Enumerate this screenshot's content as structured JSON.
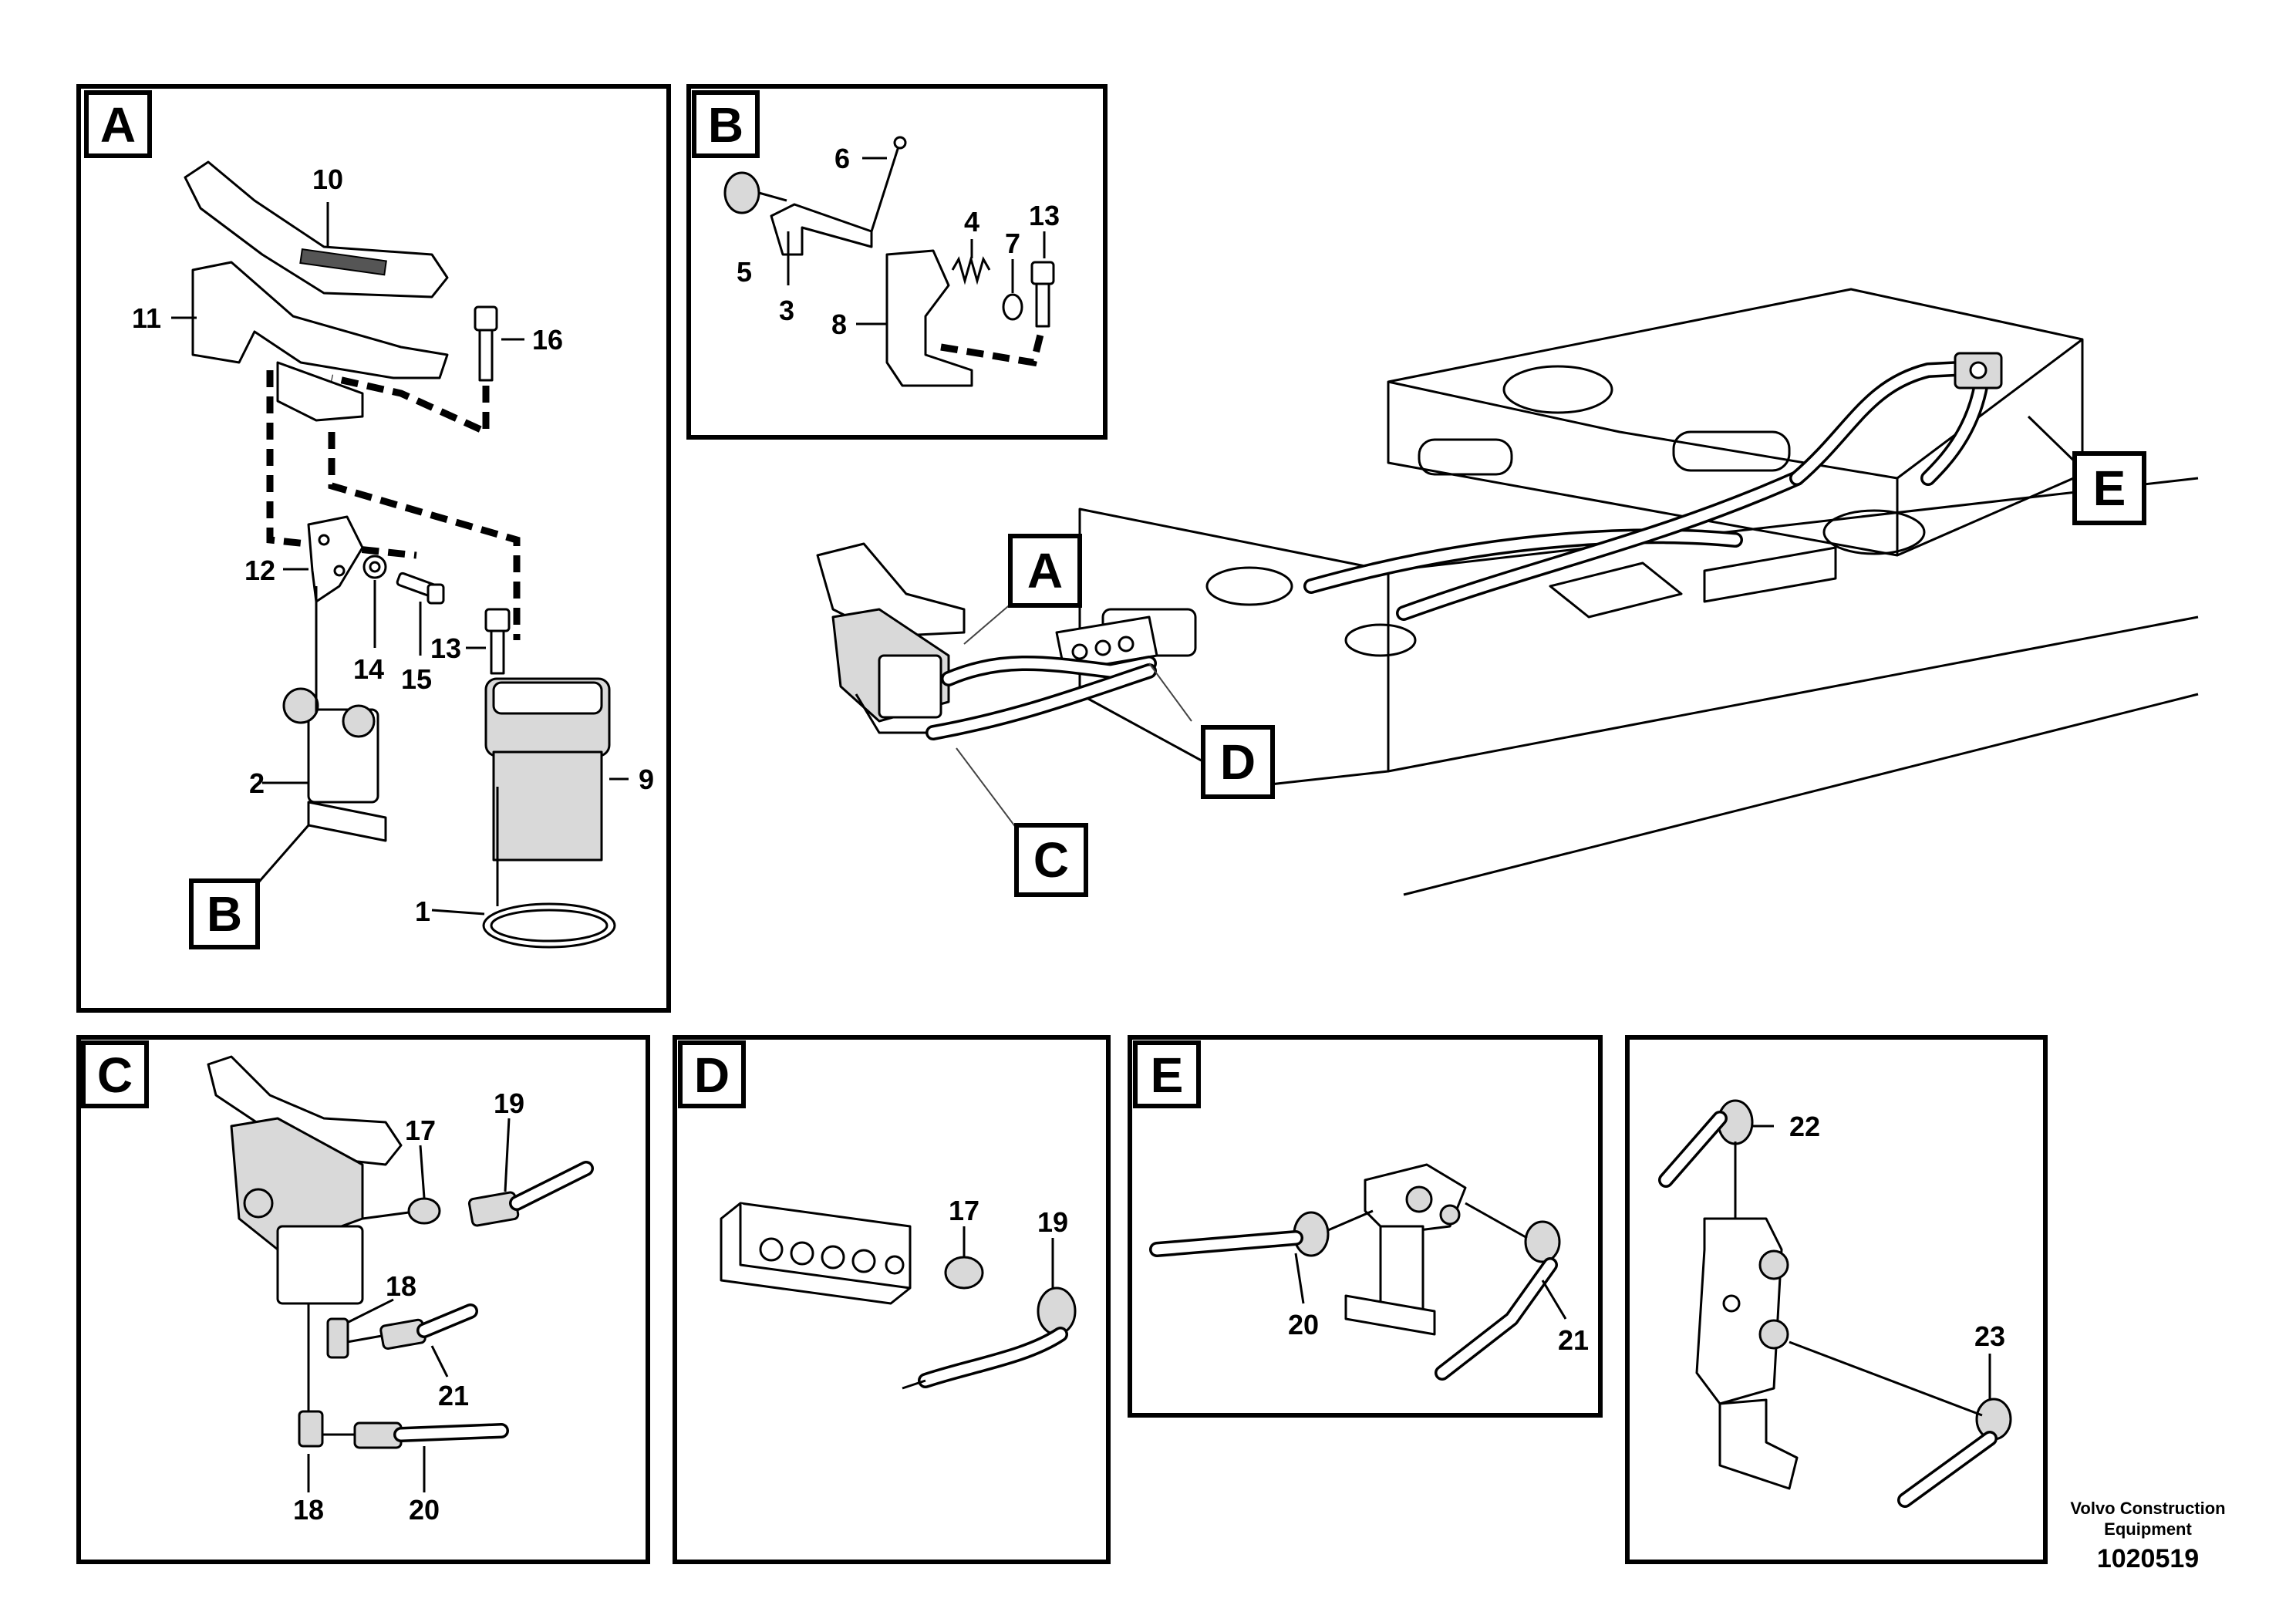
{
  "panels": {
    "A": {
      "tag": "A",
      "callouts": [
        "10",
        "11",
        "16",
        "12",
        "14",
        "15",
        "13",
        "2",
        "9",
        "1"
      ],
      "subtag": "B"
    },
    "B": {
      "tag": "B",
      "callouts": [
        "6",
        "5",
        "3",
        "4",
        "7",
        "13",
        "8"
      ]
    },
    "overview": {
      "tags": [
        "A",
        "C",
        "D",
        "E"
      ]
    },
    "C": {
      "tag": "C",
      "callouts": [
        "17",
        "19",
        "18",
        "21",
        "18",
        "20"
      ]
    },
    "D": {
      "tag": "D",
      "callouts": [
        "17",
        "19"
      ]
    },
    "E": {
      "tag": "E",
      "callouts": [
        "20",
        "21"
      ]
    },
    "F": {
      "callouts": [
        "22",
        "23"
      ]
    }
  },
  "footer": {
    "company_line1": "Volvo Construction",
    "company_line2": "Equipment",
    "drawing_number": "1020519"
  }
}
